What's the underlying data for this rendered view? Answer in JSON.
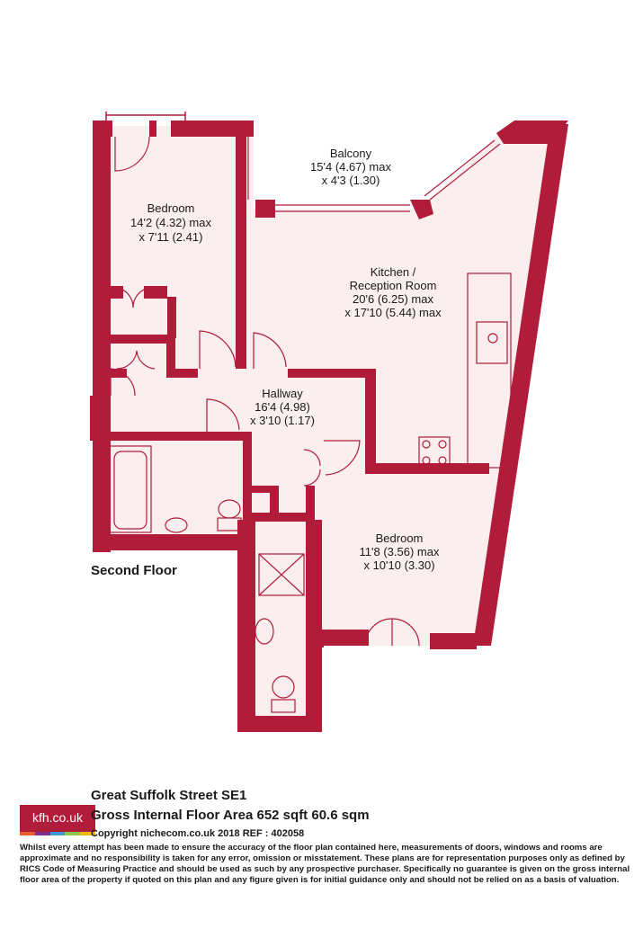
{
  "rooms": {
    "balcony": {
      "name": "Balcony",
      "dim1": "15'4 (4.67) max",
      "dim2": "x 4'3 (1.30)"
    },
    "bedroom1": {
      "name": "Bedroom",
      "dim1": "14'2 (4.32) max",
      "dim2": "x 7'11 (2.41)"
    },
    "kitchen": {
      "name": "Kitchen /",
      "name2": "Reception Room",
      "dim1": "20'6 (6.25) max",
      "dim2": "x 17'10 (5.44) max"
    },
    "hallway": {
      "name": "Hallway",
      "dim1": "16'4 (4.98)",
      "dim2": "x 3'10 (1.17)"
    },
    "bedroom2": {
      "name": "Bedroom",
      "dim1": "11'8 (3.56) max",
      "dim2": "x 10'10 (3.30)"
    }
  },
  "floor_label": "Second Floor",
  "footer": {
    "logo_text": "kfh.co.uk",
    "address": "Great Suffolk Street SE1",
    "gross_area": "Gross Internal Floor Area 652 sqft 60.6 sqm",
    "copyright": "Copyright nichecom.co.uk 2018 REF : 402058",
    "disclaimer": "Whilst every attempt has been made to ensure the accuracy of the floor plan contained here, measurements of doors, windows and rooms are approximate and no responsibility is taken for any error, omission or misstatement.  These plans are for representation purposes only as defined by RICS Code of Measuring Practice and should be used as such by any prospective purchaser.  Specifically no guarantee is given on the gross internal floor area of the property if quoted on this plan and any figure given is for initial guidance only and should not be relied on as a basis of valuation."
  },
  "colors": {
    "wall": "#b01c3a",
    "floor_fill": "#fbeeee",
    "logo_bar_colors": [
      "#e95d2a",
      "#7b2f8e",
      "#3d9ad1",
      "#8bc34a",
      "#f2b707"
    ]
  }
}
